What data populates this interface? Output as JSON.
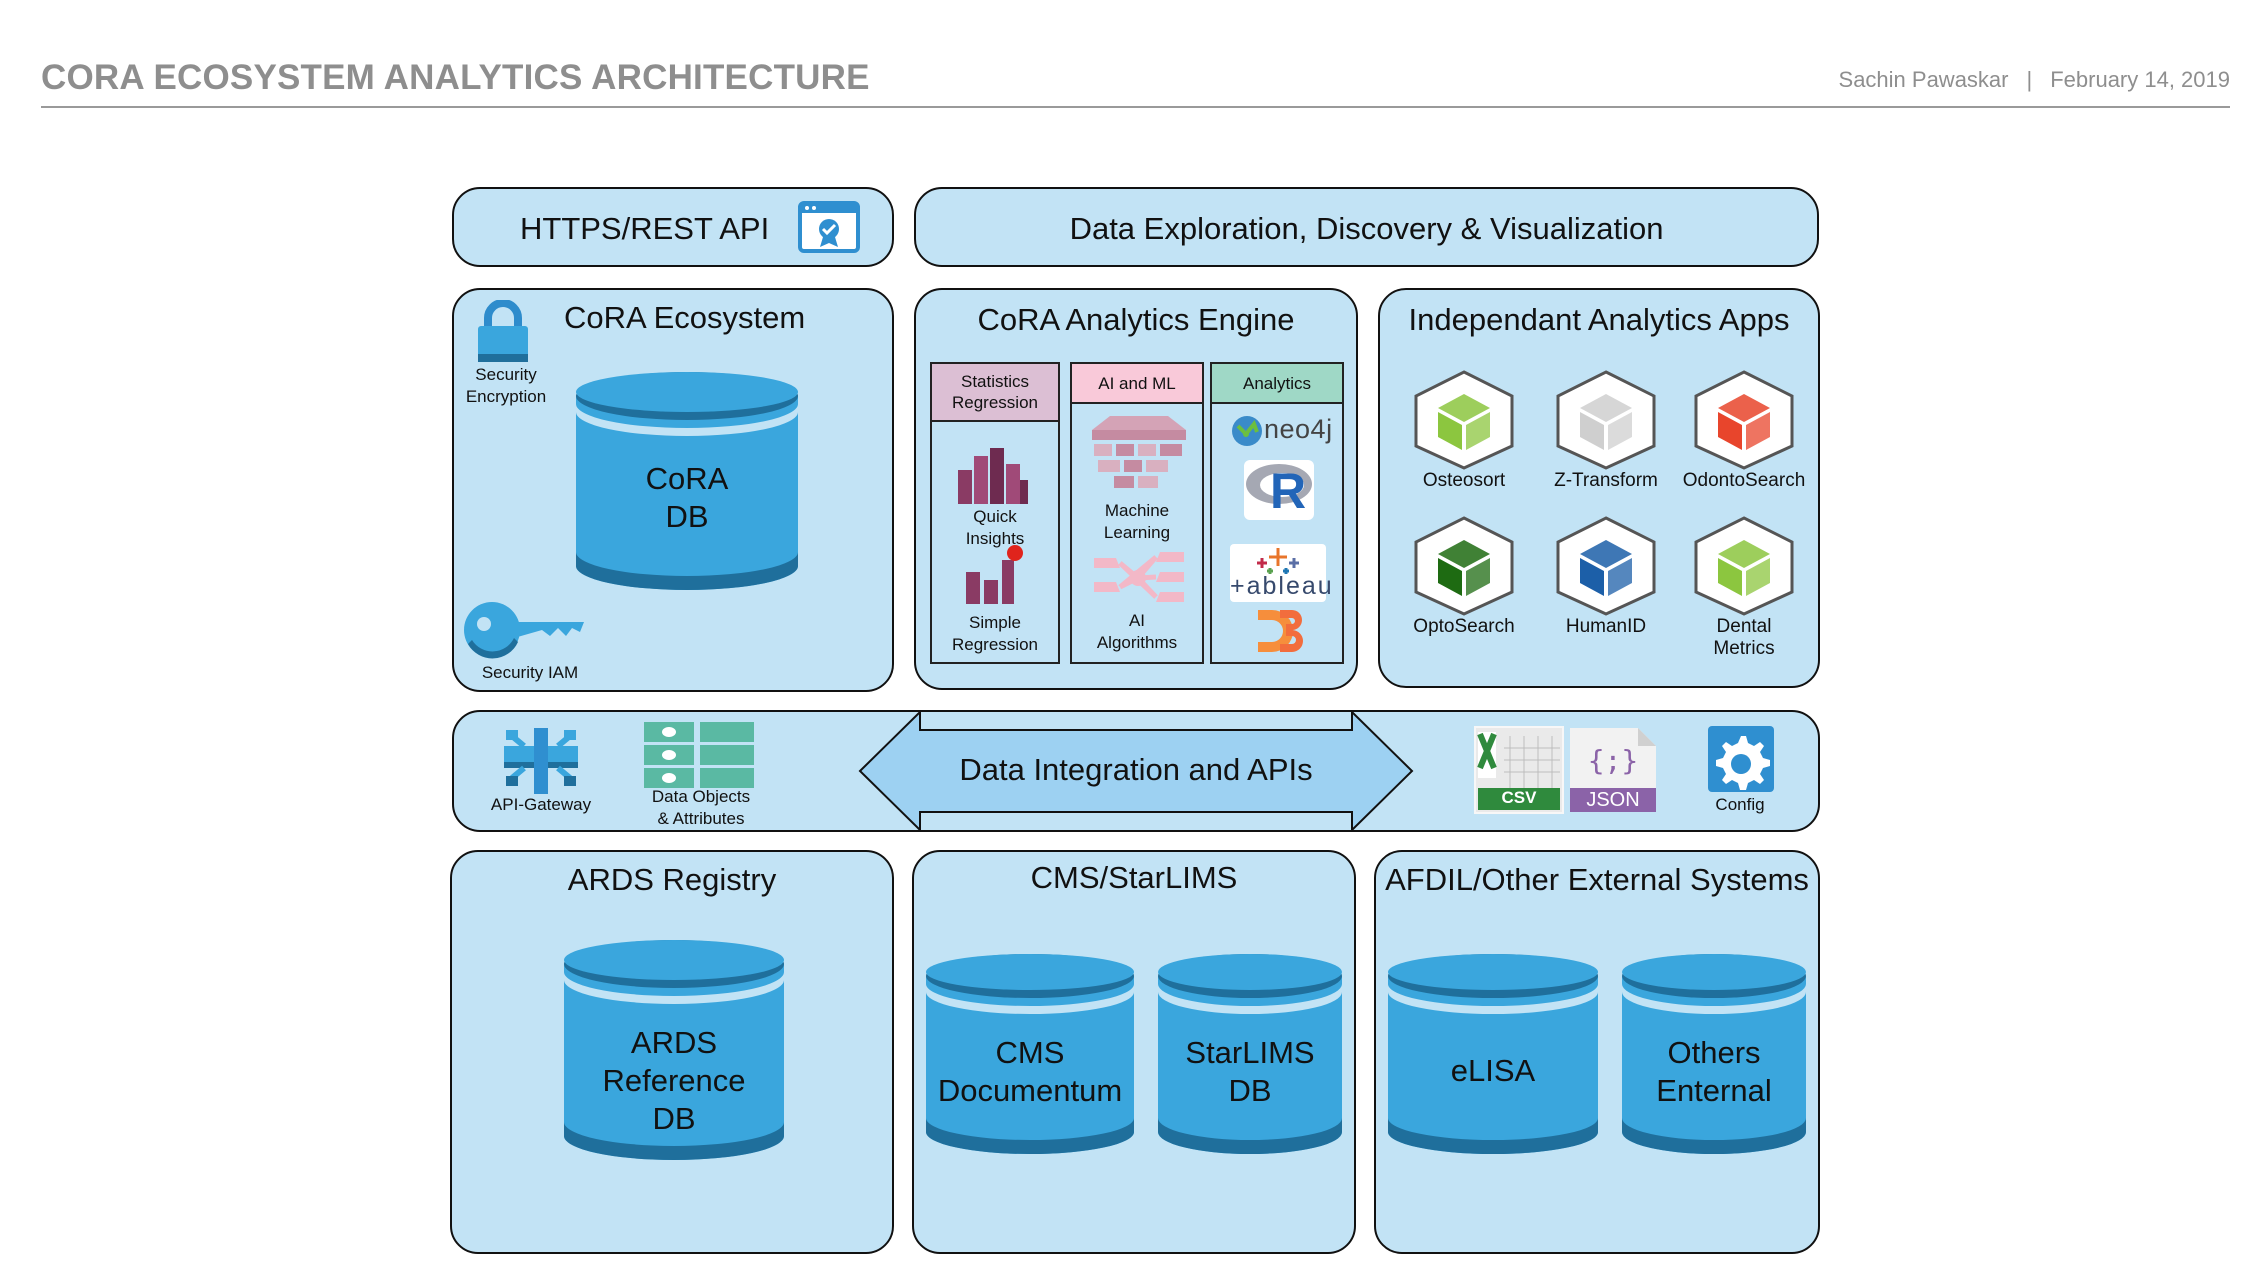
{
  "header": {
    "title": "CORA ECOSYSTEM ANALYTICS ARCHITECTURE",
    "author": "Sachin Pawaskar",
    "separator": "|",
    "date": "February 14, 2019"
  },
  "top_row": {
    "api": {
      "label": "HTTPS/REST API",
      "icon": "certificate-window-icon"
    },
    "exploration": {
      "label": "Data Exploration, Discovery & Visualization"
    }
  },
  "ecosystem": {
    "title": "CoRA Ecosystem",
    "encryption_label": "Security\nEncryption",
    "iam_label": "Security IAM",
    "db": {
      "line1": "CoRA",
      "line2": "DB"
    },
    "colors": {
      "cylinder": "#3aa6dd",
      "cylinder_dark": "#1f6f9c"
    }
  },
  "engine": {
    "title": "CoRA Analytics Engine",
    "columns": [
      {
        "header": "Statistics\nRegression",
        "color": "#dcbfd4",
        "items": [
          {
            "label": "Quick\nInsights",
            "icon": "quicksight-icon"
          },
          {
            "label": "Simple\nRegression",
            "icon": "bar-chart-icon"
          }
        ]
      },
      {
        "header": "AI and ML",
        "color": "#f9c9d9",
        "items": [
          {
            "label": "Machine\nLearning",
            "icon": "machine-learning-icon"
          },
          {
            "label": "AI\nAlgorithms",
            "icon": "neural-network-icon"
          }
        ]
      },
      {
        "header": "Analytics",
        "color": "#9fd8c6",
        "items": [
          {
            "label": "neo4j",
            "icon": "neo4j-logo"
          },
          {
            "label": "R",
            "icon": "r-logo"
          },
          {
            "label": "+ableau",
            "icon": "tableau-logo"
          },
          {
            "label": "D3",
            "icon": "d3-logo"
          }
        ]
      }
    ]
  },
  "apps": {
    "title": "Independant Analytics Apps",
    "items": [
      {
        "label": "Osteosort",
        "color": "#8cc63f"
      },
      {
        "label": "Z-Transform",
        "color": "#cfcfcf"
      },
      {
        "label": "OdontoSearch",
        "color": "#e8452c"
      },
      {
        "label": "OptoSearch",
        "color": "#1e6b12"
      },
      {
        "label": "HumanID",
        "color": "#1c5fa8"
      },
      {
        "label": "Dental\nMetrics",
        "color": "#8cc63f"
      }
    ]
  },
  "integration": {
    "arrow_label": "Data Integration and APIs",
    "api_gateway": "API-Gateway",
    "data_objects": "Data Objects\n& Attributes",
    "csv_label": "CSV",
    "json_label": "JSON",
    "config": "Config"
  },
  "sources": [
    {
      "title": "ARDS Registry",
      "dbs": [
        {
          "lines": [
            "ARDS",
            "Reference",
            "DB"
          ]
        }
      ]
    },
    {
      "title": "CMS/StarLIMS",
      "dbs": [
        {
          "lines": [
            "CMS",
            "Documentum"
          ]
        },
        {
          "lines": [
            "StarLIMS",
            "DB"
          ]
        }
      ]
    },
    {
      "title": "AFDIL/Other External Systems",
      "dbs": [
        {
          "lines": [
            "eLISA"
          ]
        },
        {
          "lines": [
            "Others",
            "Enternal"
          ]
        }
      ]
    }
  ]
}
